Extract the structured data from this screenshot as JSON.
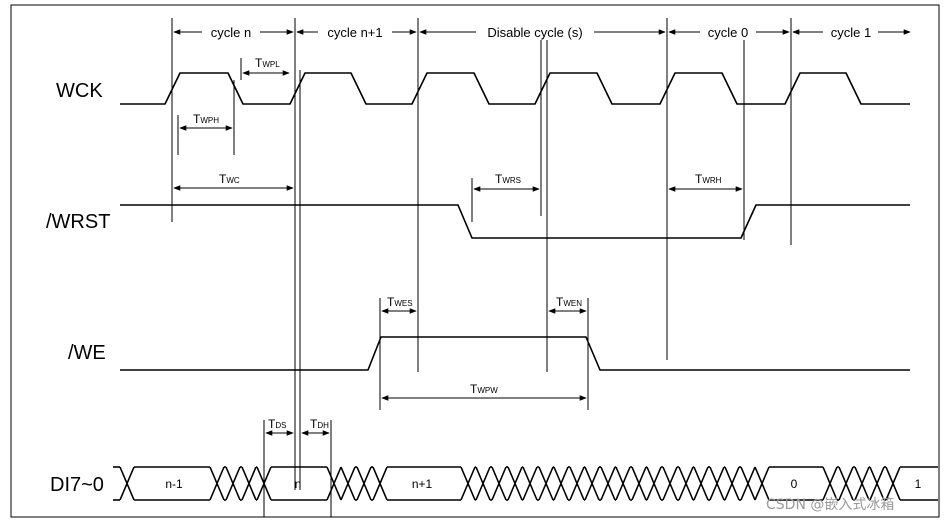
{
  "signals": {
    "wck": "WCK",
    "wrst": "/WRST",
    "we": "/WE",
    "di": "DI7~0"
  },
  "cycles": {
    "n": "cycle n",
    "n1": "cycle n+1",
    "disable": "Disable cycle (s)",
    "c0": "cycle 0",
    "c1": "cycle 1"
  },
  "timings": {
    "wpl": {
      "main": "T",
      "sub": "WPL"
    },
    "wph": {
      "main": "T",
      "sub": "WPH"
    },
    "wc": {
      "main": "T",
      "sub": "WC"
    },
    "wrs": {
      "main": "T",
      "sub": "WRS"
    },
    "wrh": {
      "main": "T",
      "sub": "WRH"
    },
    "wes": {
      "main": "T",
      "sub": "WES"
    },
    "wen": {
      "main": "T",
      "sub": "WEN"
    },
    "wpw": {
      "main": "T",
      "sub": "WPW"
    },
    "ds": {
      "main": "T",
      "sub": "DS"
    },
    "dh": {
      "main": "T",
      "sub": "DH"
    }
  },
  "data_labels": {
    "nm1": "n-1",
    "n": "n",
    "np1": "n+1",
    "zero": "0",
    "one": "1"
  },
  "watermark": "CSDN @嵌入式冰箱"
}
